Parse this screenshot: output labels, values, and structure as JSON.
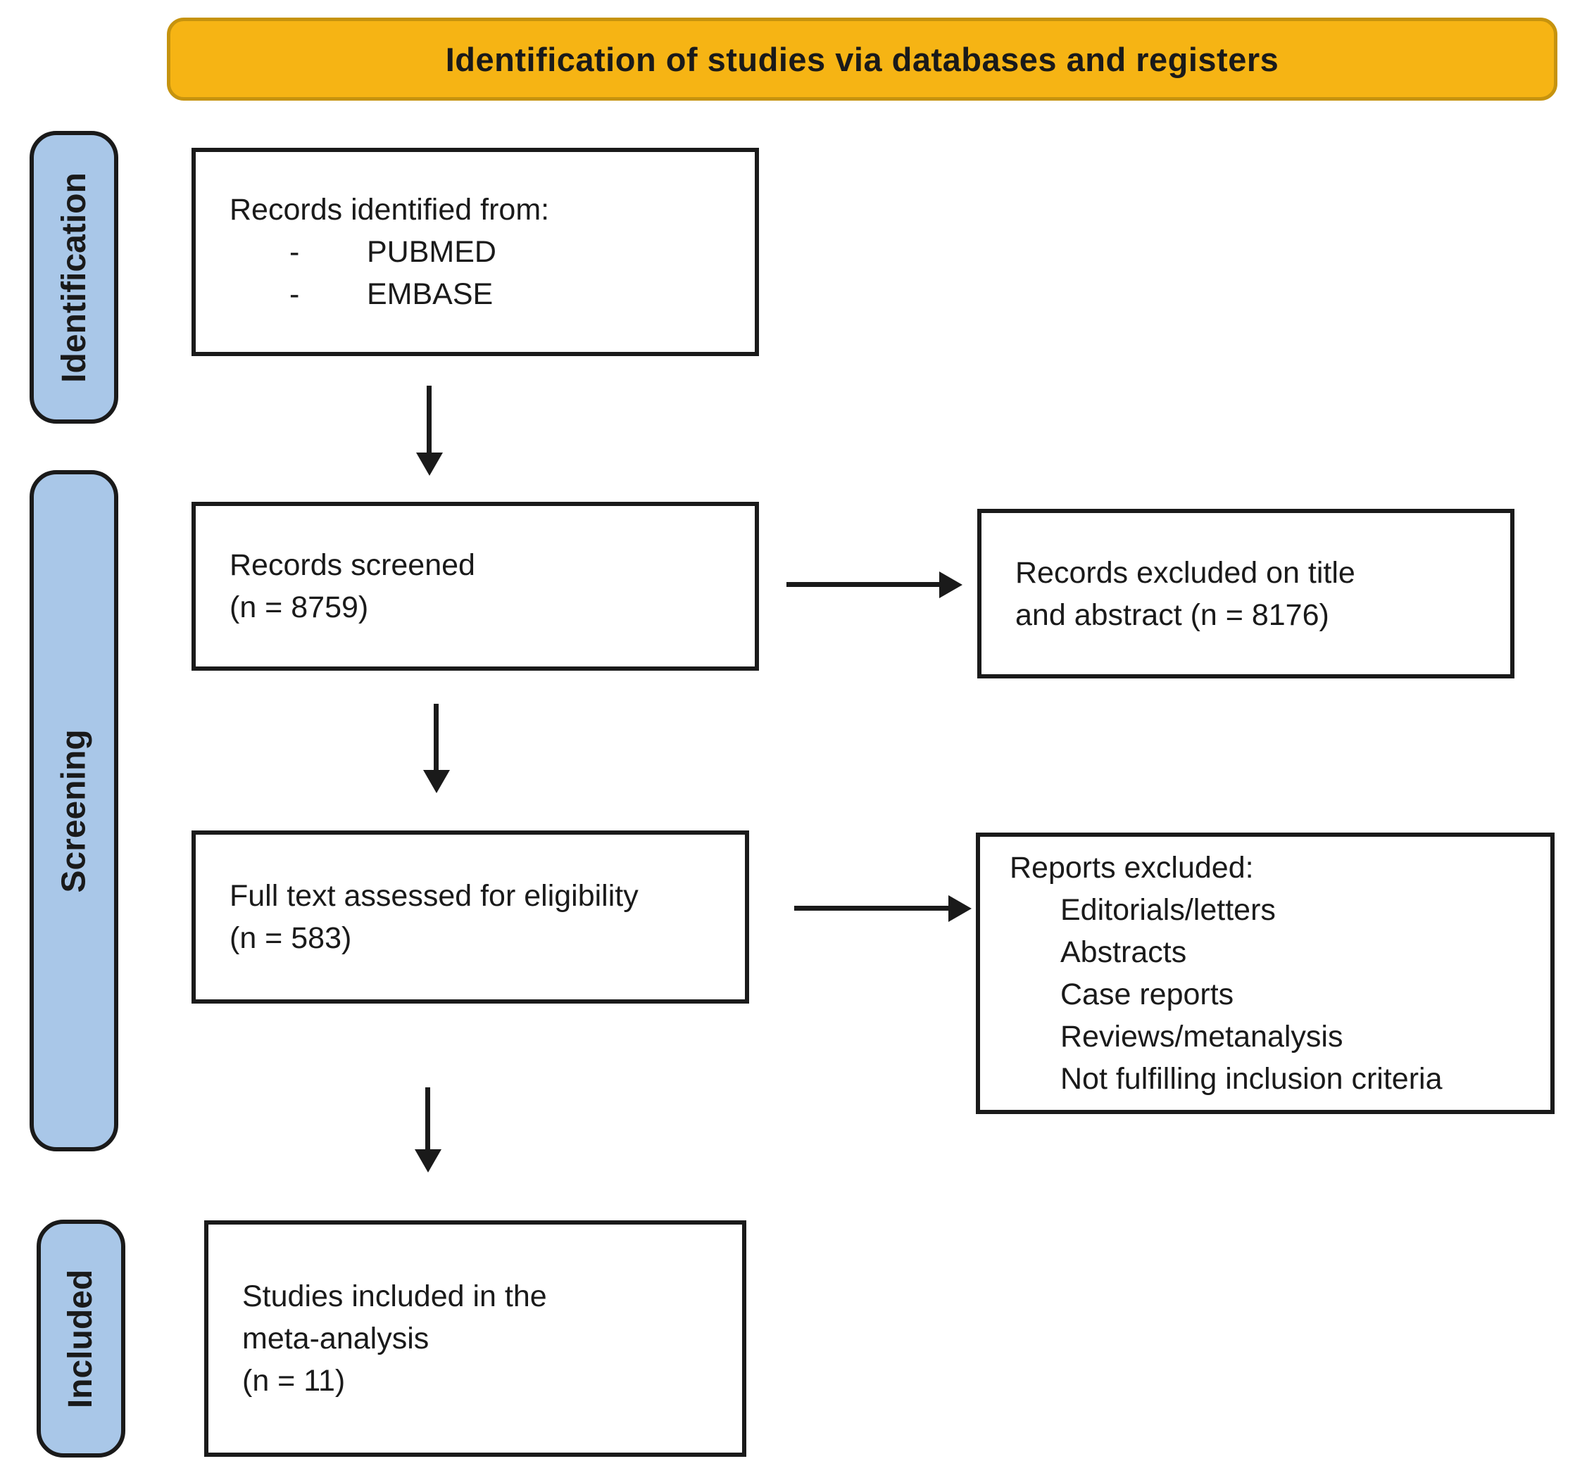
{
  "colors": {
    "banner_bg": "#F6B414",
    "banner_border": "#C6930E",
    "stage_bg": "#A9C7E8",
    "stroke": "#1A1A1A"
  },
  "banner": {
    "title": "Identification of studies via databases and registers"
  },
  "stages": [
    {
      "id": "identification",
      "label": "Identification"
    },
    {
      "id": "screening",
      "label": "Screening"
    },
    {
      "id": "included",
      "label": "Included"
    }
  ],
  "flow": {
    "records_identified": {
      "heading": "Records identified from:",
      "bullet": "-",
      "items": [
        "PUBMED",
        "EMBASE"
      ]
    },
    "records_screened": {
      "line1": "Records screened",
      "line2": "(n = 8759)"
    },
    "full_text": {
      "line1": "Full text assessed for eligibility",
      "line2": "(n = 583)"
    },
    "studies_included": {
      "line1": "Studies included in the",
      "line2": "meta-analysis",
      "line3": "(n = 11)"
    },
    "records_excluded": {
      "line1": "Records excluded on title",
      "line2": "and abstract (n = 8176)"
    },
    "reports_excluded": {
      "title": "Reports excluded:",
      "items": [
        "Editorials/letters",
        "Abstracts",
        "Case reports",
        "Reviews/metanalysis",
        "Not fulfilling inclusion criteria"
      ]
    }
  }
}
